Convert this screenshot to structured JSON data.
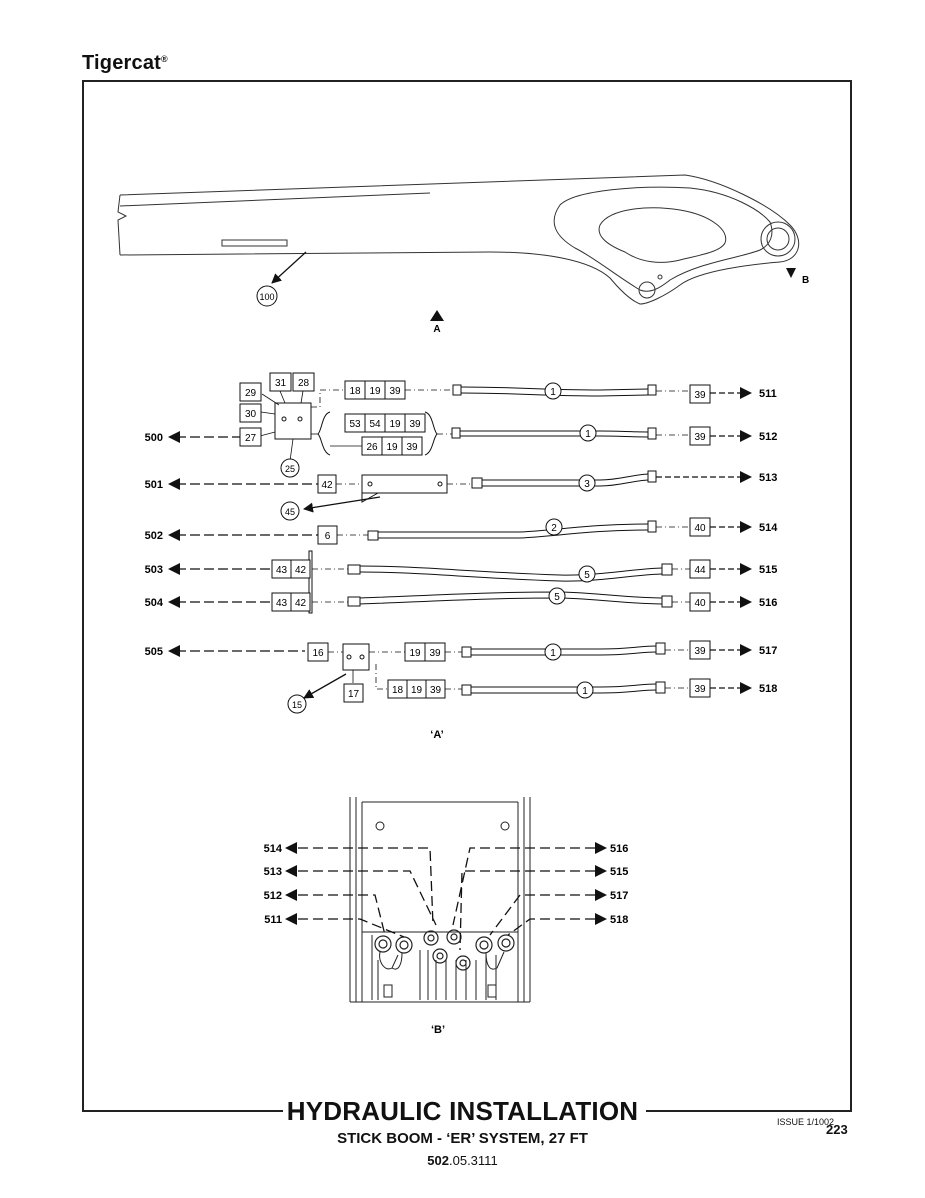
{
  "brand": "Tigercat",
  "brand_mark": "®",
  "title": "HYDRAULIC INSTALLATION",
  "subtitle": "STICK BOOM - ‘ER’ SYSTEM, 27 FT",
  "doc_number_bold": "502",
  "doc_number_rest": ".05.3111",
  "issue": "ISSUE 1/1002",
  "page": "223",
  "views": {
    "a_arrow": "A",
    "b_arrow": "B",
    "view_a": "‘A’",
    "view_b": "‘B’"
  },
  "callouts": {
    "boom": "100",
    "block_top": "25",
    "plate": "45",
    "block_bottom": "15",
    "c29": "29",
    "c30": "30",
    "c31": "31",
    "c28": "28",
    "c27": "27",
    "c42": "42",
    "c6": "6",
    "c16": "16",
    "c17": "17"
  },
  "tags": {
    "t18_19_39": [
      "18",
      "19",
      "39"
    ],
    "t53_54_19_39": [
      "53",
      "54",
      "19",
      "39"
    ],
    "t26_19_39": [
      "26",
      "19",
      "39"
    ],
    "t43_42": [
      "43",
      "42"
    ],
    "t19_39": [
      "19",
      "39"
    ]
  },
  "hoses": {
    "h1": "1",
    "h2": "2",
    "h3": "3",
    "h5": "5"
  },
  "end_tags": [
    "39",
    "39",
    "40",
    "44",
    "40",
    "39",
    "39"
  ],
  "left_ports": [
    "500",
    "501",
    "502",
    "503",
    "504",
    "505"
  ],
  "right_ports": [
    "511",
    "512",
    "513",
    "514",
    "515",
    "516",
    "517",
    "518"
  ],
  "view_b_left": [
    "514",
    "513",
    "512",
    "511"
  ],
  "view_b_right": [
    "516",
    "515",
    "517",
    "518"
  ]
}
